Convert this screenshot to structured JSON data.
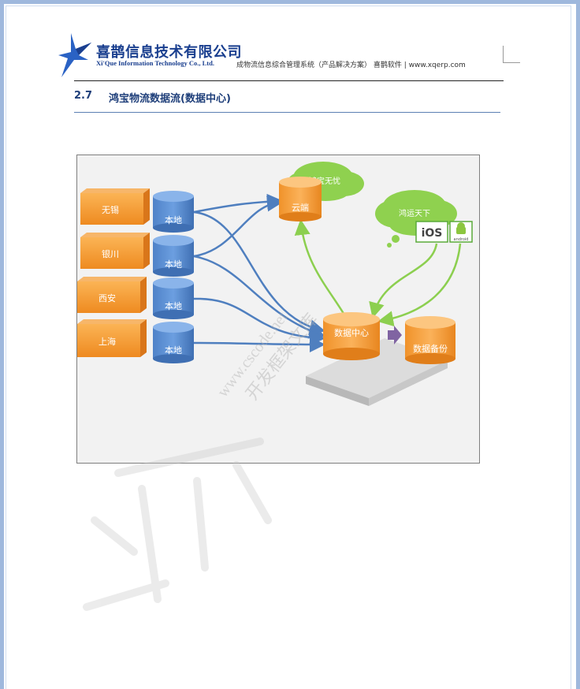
{
  "header": {
    "company_cn": "喜鹊信息技术有限公司",
    "company_en": "Xi'Que Information Technology Co., Ltd.",
    "doc_title": "成物流信息综合管理系统（产品解决方案）  喜鹊软件 | www.xqerp.com"
  },
  "section": {
    "number": "2.7",
    "title": "鸿宝物流数据流(数据中心)"
  },
  "diagram": {
    "cities": [
      "无锡",
      "银川",
      "西安",
      "上海"
    ],
    "local_label": "本地",
    "cloud_top_label": "鸿宝无忧",
    "cloud_label": "云端",
    "mobile_cloud_label": "鸿运天下",
    "ios_label": "iOS",
    "android_label": "android",
    "datacenter_label": "数据中心",
    "backup_label": "数据备份"
  },
  "watermark": {
    "line1": "www.cscode.net",
    "line2": "开发框架文库"
  },
  "colors": {
    "orange": "#f5a13c",
    "blue": "#5b8fd1",
    "arrow_blue": "#4f7fbf",
    "arrow_green": "#8ccf4f",
    "cloud_green": "#8fd14f"
  }
}
